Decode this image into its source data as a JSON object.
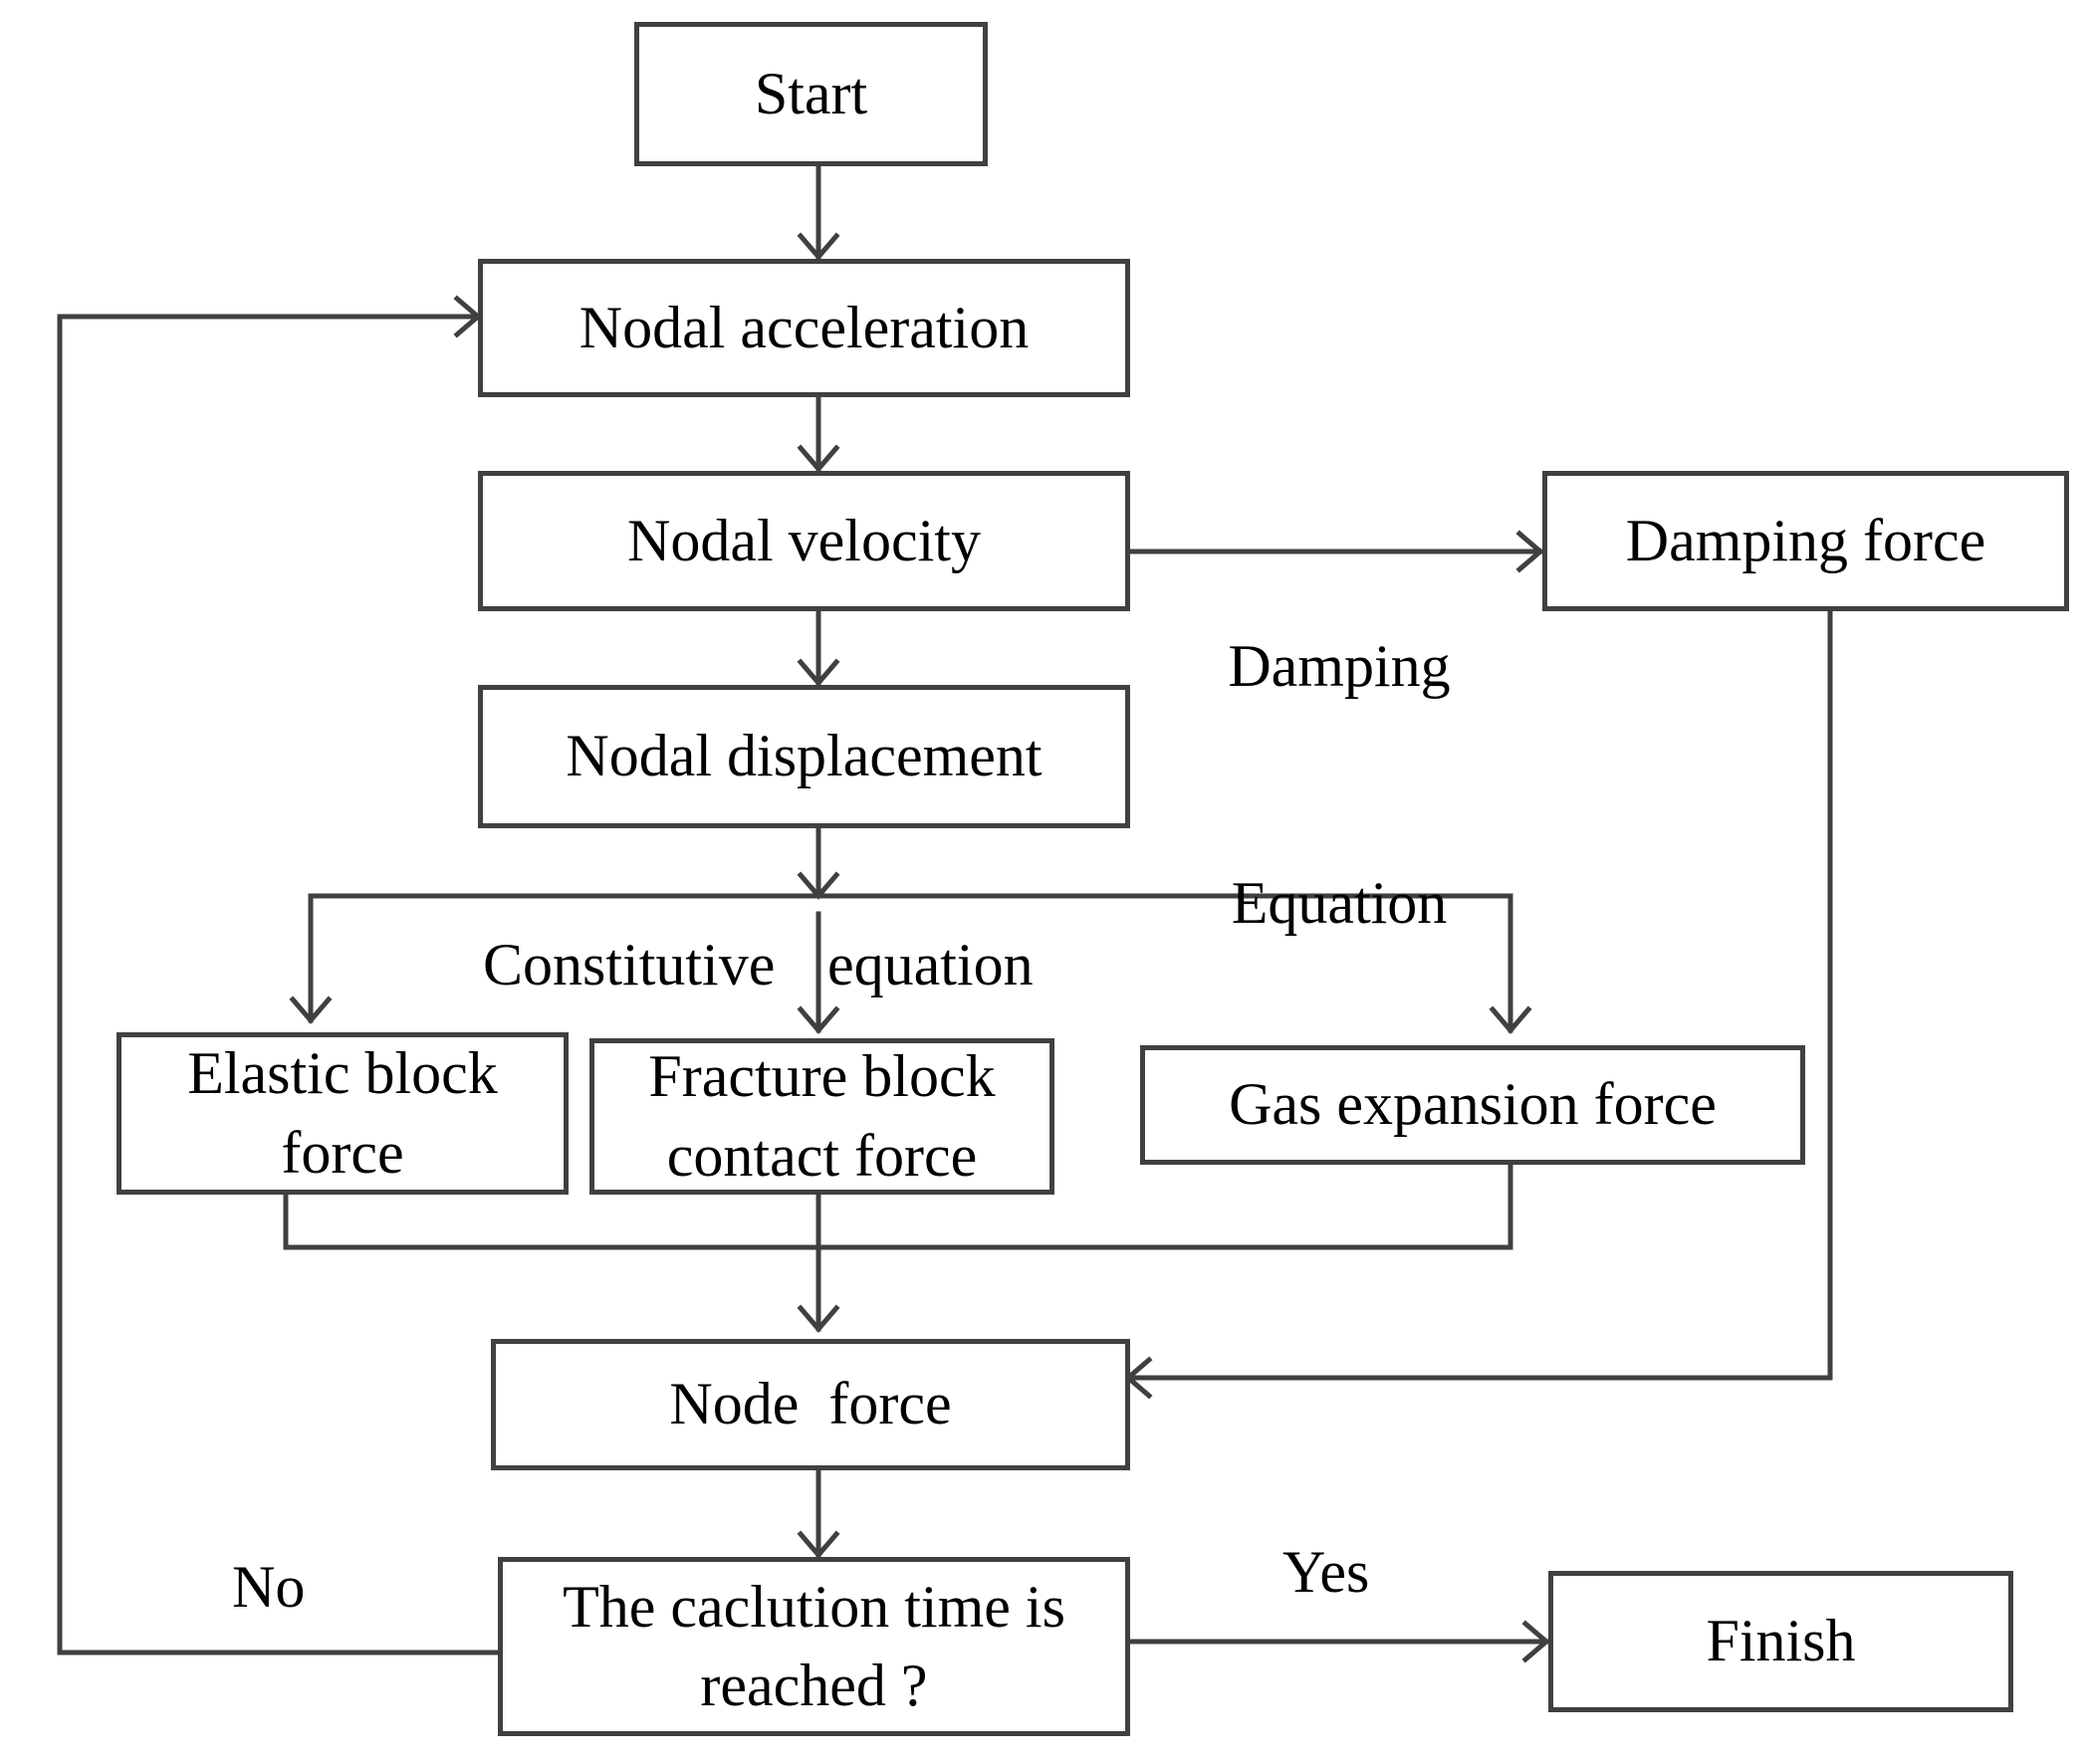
{
  "nodes": {
    "start": "Start",
    "nodal_acceleration": "Nodal acceleration",
    "nodal_velocity": "Nodal velocity",
    "nodal_displacement": "Nodal displacement",
    "damping_force": "Damping force",
    "elastic_block_force": {
      "line1": "Elastic block",
      "line2": "force"
    },
    "fracture_block_contact_force": {
      "line1": "Fracture block",
      "line2": "contact force"
    },
    "gas_expansion_force": "Gas expansion force",
    "node_force": "Node  force",
    "calculation_check": {
      "line1": "The caclution time is",
      "line2": "reached ?"
    },
    "finish": "Finish"
  },
  "edge_labels": {
    "damping_equation": {
      "line1": "Damping",
      "line2": "Equation"
    },
    "constitutive_equation": {
      "part1": "Constitutive",
      "part2": "equation"
    },
    "yes": "Yes",
    "no": "No"
  },
  "colors": {
    "stroke": "#404040",
    "text": "#000000",
    "background": "#ffffff"
  }
}
